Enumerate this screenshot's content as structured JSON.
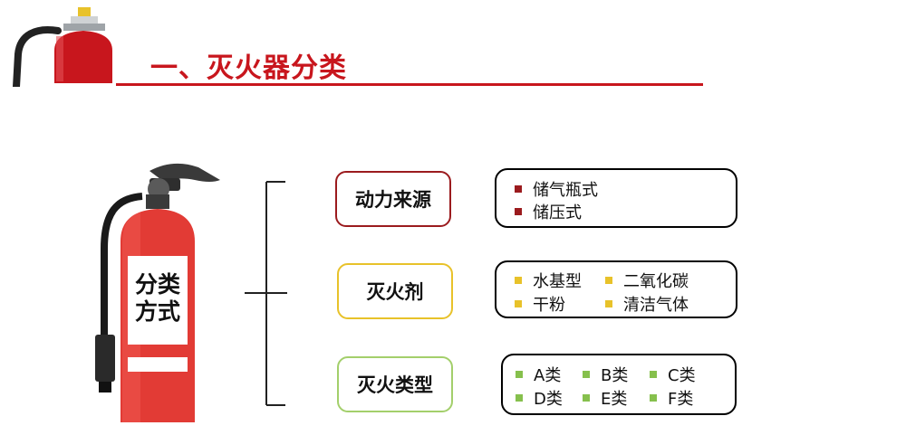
{
  "header": {
    "title": "一、灭火器分类"
  },
  "extinguisher": {
    "label": "分类方式"
  },
  "categories": [
    {
      "label": "动力来源",
      "items": [
        "储气瓶式",
        "储压式"
      ],
      "color": "#9b1b1e"
    },
    {
      "label": "灭火剂",
      "items": [
        "水基型",
        "二氧化碳",
        "干粉",
        "清洁气体"
      ],
      "color": "#e8c22a"
    },
    {
      "label": "灭火类型",
      "items": [
        "A类",
        "B类",
        "C类",
        "D类",
        "E类",
        "F类"
      ],
      "color": "#a3cf6b"
    }
  ]
}
